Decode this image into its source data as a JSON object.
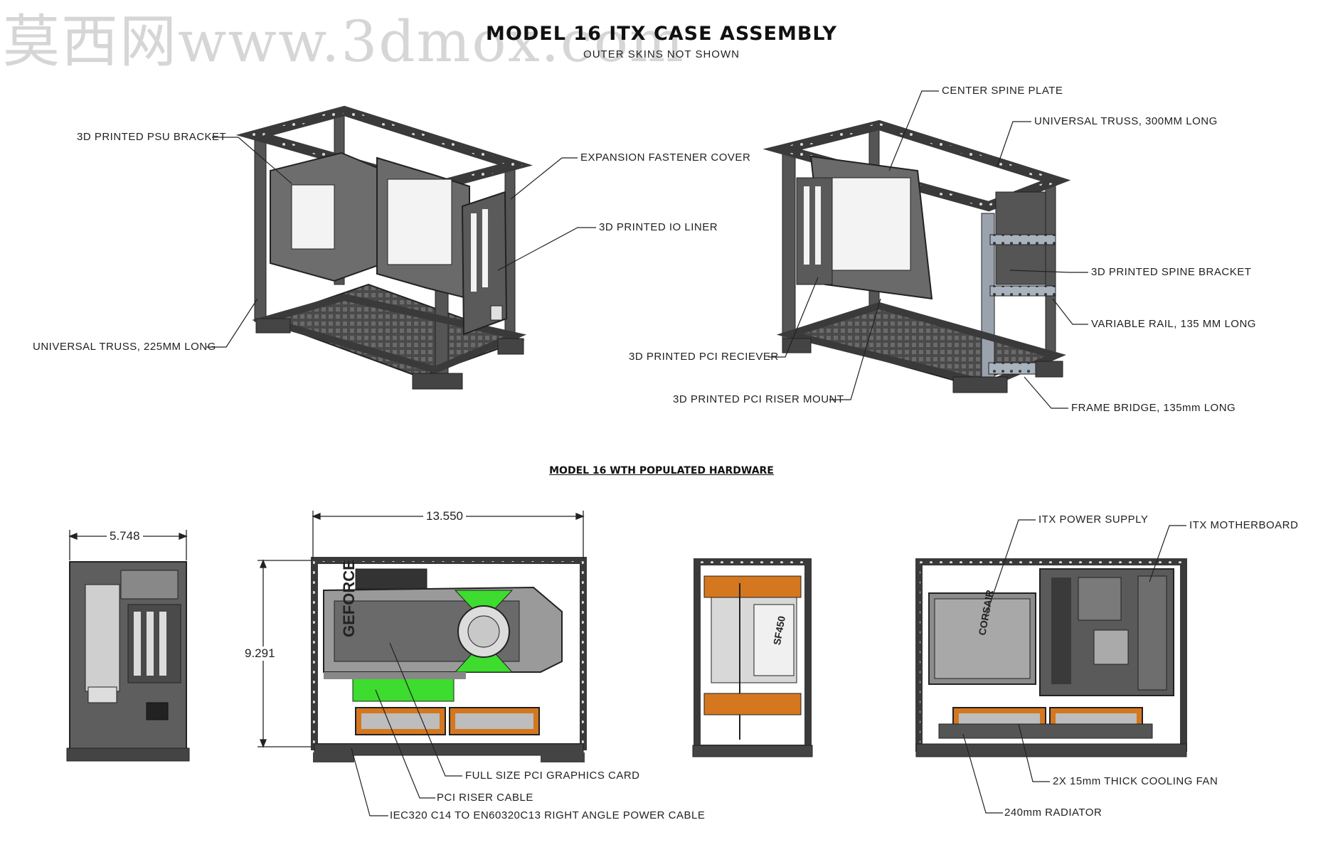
{
  "watermark": "莫西网www.3dmox.com",
  "title": "MODEL 16 ITX CASE ASSEMBLY",
  "subtitle": "OUTER SKINS NOT SHOWN",
  "section_title": "MODEL 16 WTH POPULATED HARDWARE",
  "callouts": {
    "psu_bracket": "3D PRINTED PSU BRACKET",
    "expansion_cover": "EXPANSION FASTENER COVER",
    "io_liner": "3D PRINTED IO LINER",
    "truss_225": "UNIVERSAL TRUSS, 225MM LONG",
    "center_spine": "CENTER SPINE PLATE",
    "truss_300": "UNIVERSAL TRUSS, 300MM LONG",
    "spine_bracket": "3D PRINTED SPINE BRACKET",
    "variable_rail": "VARIABLE RAIL, 135 MM LONG",
    "pci_receiver": "3D PRINTED PCI RECIEVER",
    "riser_mount": "3D PRINTED PCI RISER MOUNT",
    "frame_bridge": "FRAME BRIDGE, 135mm LONG",
    "itx_psu": "ITX POWER SUPPLY",
    "itx_mobo": "ITX MOTHERBOARD",
    "gpu": "FULL SIZE PCI GRAPHICS CARD",
    "riser_cable": "PCI RISER CABLE",
    "power_cable": "IEC320 C14 TO EN60320C13 RIGHT ANGLE POWER CABLE",
    "cooling_fan": "2X 15mm THICK COOLING FAN",
    "radiator": "240mm RADIATOR"
  },
  "dimensions": {
    "width": "5.748",
    "length": "13.550",
    "height": "9.291"
  },
  "labels": {
    "gpu_brand": "GEFORCE",
    "psu_brand": "CORSAIR",
    "psu_model": "SF450"
  },
  "colors": {
    "frame": "#3c3c3c",
    "frame_light": "#9aa3ad",
    "accent_orange": "#d4771f",
    "accent_green": "#3ddc2e",
    "line": "#222222"
  }
}
